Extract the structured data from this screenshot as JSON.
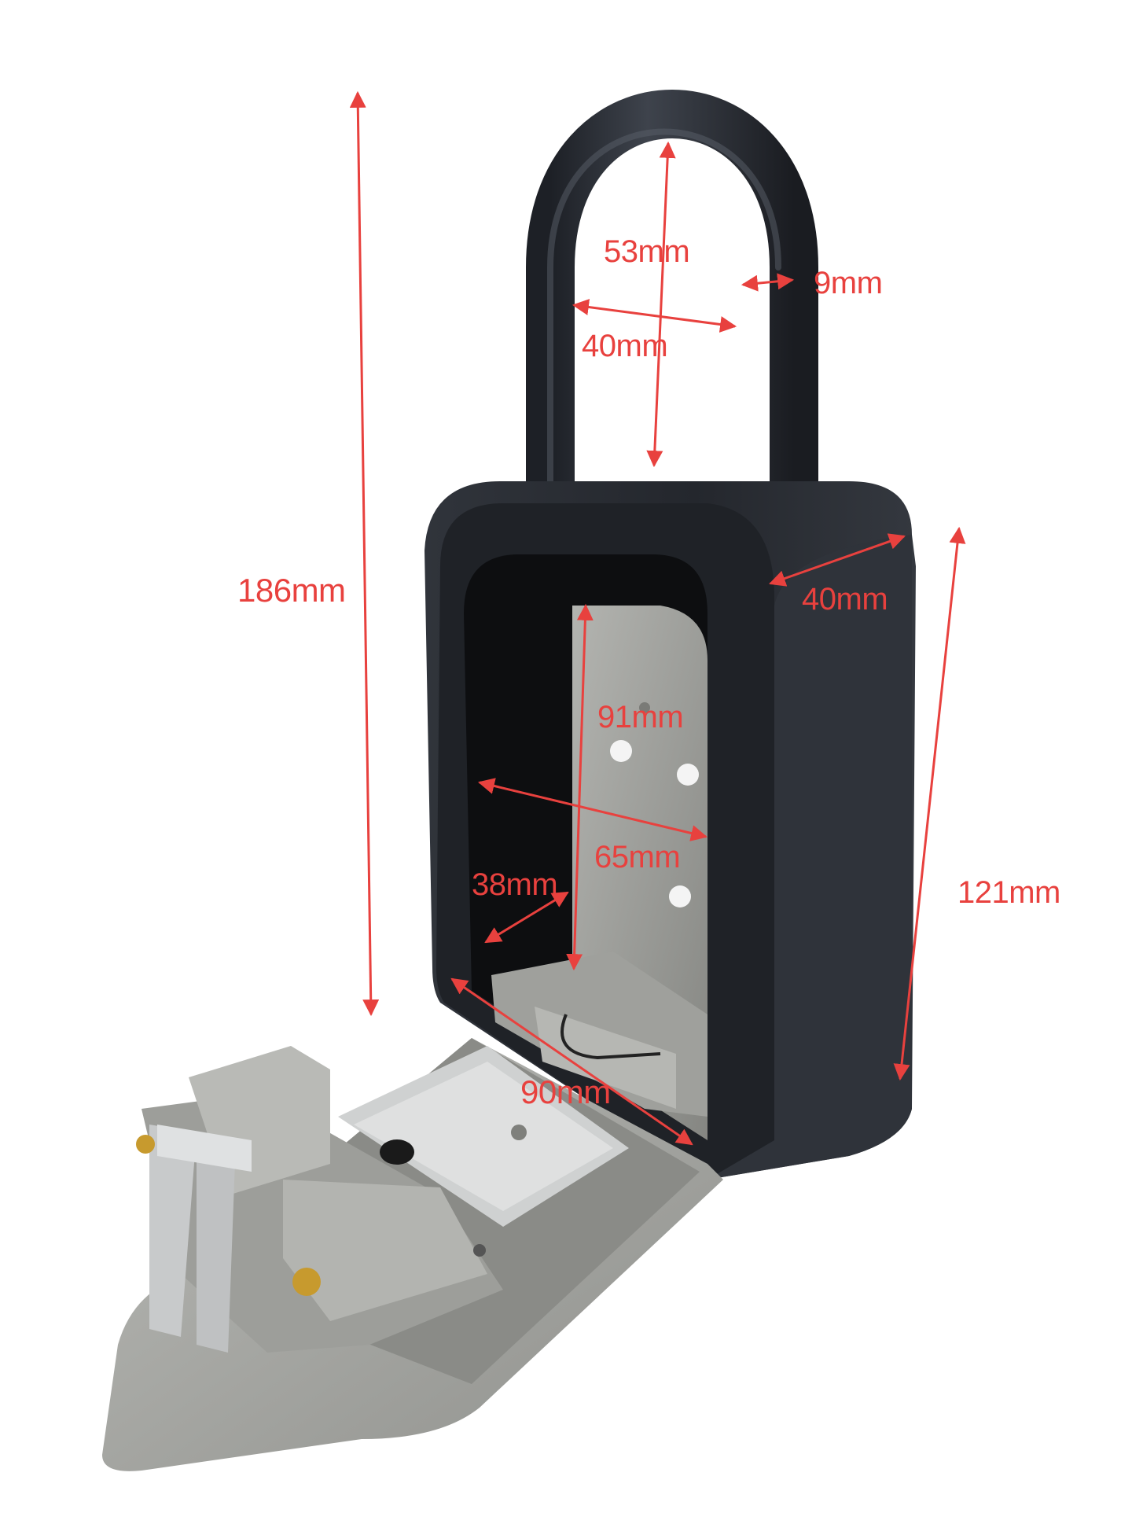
{
  "image": {
    "subject": "Key lock box with open shackle-style padlock body and dimension callouts",
    "colors": {
      "background": "#ffffff",
      "annotation": "#e8413e",
      "body": "#2a2d33",
      "body_edge": "#3a3e46",
      "interior": "#9a9b97",
      "tray": "#a9aaa6",
      "tray_dark": "#8d8e8a",
      "metal": "#c9cbcb"
    }
  },
  "dimensions": {
    "overall_height": "186mm",
    "shackle_inner_height": "53mm",
    "shackle_thickness": "9mm",
    "shackle_inner_width": "40mm",
    "body_depth": "40mm",
    "interior_height": "91mm",
    "interior_width": "65mm",
    "interior_depth": "38mm",
    "body_height": "121mm",
    "door_length": "90mm"
  }
}
